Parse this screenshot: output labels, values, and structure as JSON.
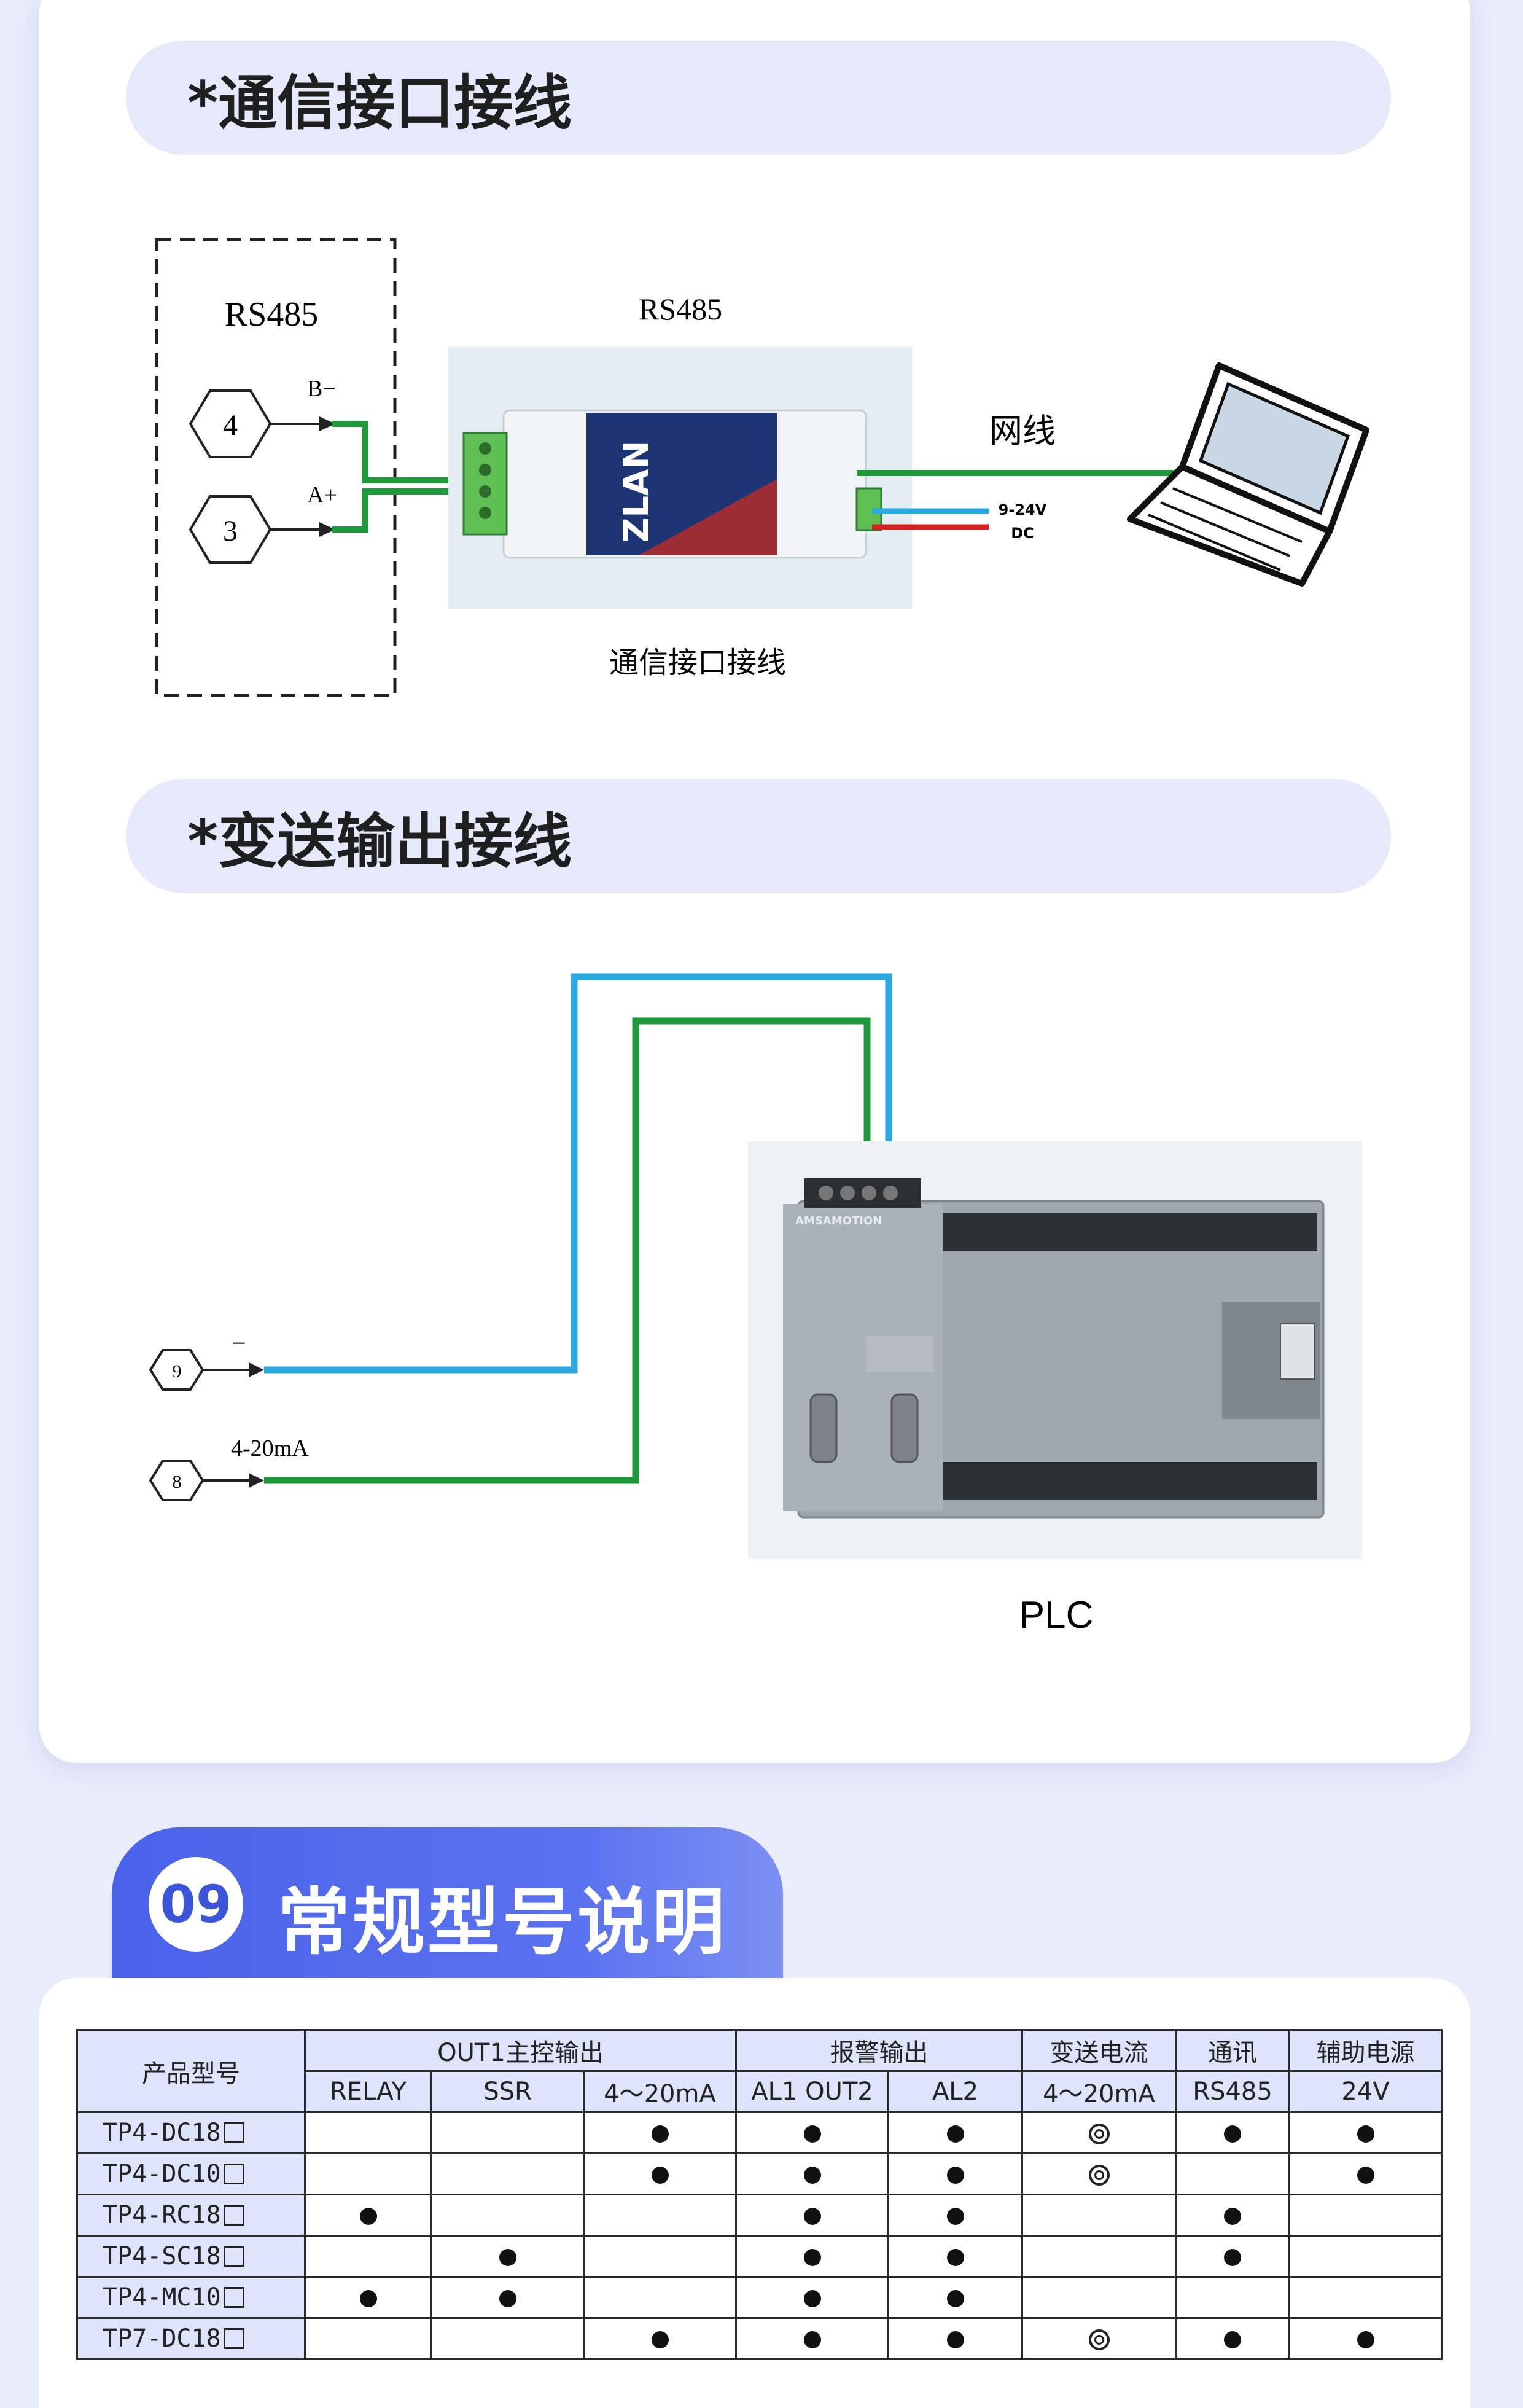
{
  "section_comm": {
    "title": "*通信接口接线"
  },
  "comm_diagram": {
    "meter_label": "RS485",
    "terminal_4": "4",
    "terminal_3": "3",
    "pin_b": "B−",
    "pin_a": "A+",
    "converter_label": "RS485",
    "converter_brand": "ZLAN",
    "network_label": "网线",
    "power_label_line1": "9-24V",
    "power_label_line2": "DC",
    "caption": "通信接口接线"
  },
  "section_transmit": {
    "title": "*变送输出接线"
  },
  "transmit_diagram": {
    "terminal_9": "9",
    "terminal_8": "8",
    "minus_label": "−",
    "current_label": "4-20mA",
    "plc_caption": "PLC",
    "plc_brand": "AMSAMOTION"
  },
  "section_models": {
    "number": "09",
    "title": "常规型号说明"
  },
  "spec_table": {
    "header_model": "产品型号",
    "group_out1": "OUT1主控输出",
    "group_alarm": "报警输出",
    "group_transmit": "变送电流",
    "group_comm": "通讯",
    "group_power": "辅助电源",
    "sub_relay": "RELAY",
    "sub_ssr": "SSR",
    "sub_420": "4～20mA",
    "sub_al1": "AL1  OUT2",
    "sub_al2": "AL2",
    "sub_trans": "4～20mA",
    "sub_rs485": "RS485",
    "sub_24v": "24V",
    "legend": {
      "dot": "●",
      "ring": "◎",
      "box": "□"
    },
    "rows": [
      {
        "model": "TP4-DC18",
        "cells": [
          "",
          "",
          "dot",
          "dot",
          "dot",
          "ring",
          "dot",
          "dot"
        ]
      },
      {
        "model": "TP4-DC10",
        "cells": [
          "",
          "",
          "dot",
          "dot",
          "dot",
          "ring",
          "",
          "dot"
        ]
      },
      {
        "model": "TP4-RC18",
        "cells": [
          "dot",
          "",
          "",
          "dot",
          "dot",
          "",
          "dot",
          ""
        ]
      },
      {
        "model": "TP4-SC18",
        "cells": [
          "",
          "dot",
          "",
          "dot",
          "dot",
          "",
          "dot",
          ""
        ]
      },
      {
        "model": "TP4-MC10",
        "cells": [
          "dot",
          "dot",
          "",
          "dot",
          "dot",
          "",
          "",
          ""
        ]
      },
      {
        "model": "TP7-DC18",
        "cells": [
          "",
          "",
          "dot",
          "dot",
          "dot",
          "ring",
          "dot",
          "dot"
        ]
      }
    ]
  }
}
